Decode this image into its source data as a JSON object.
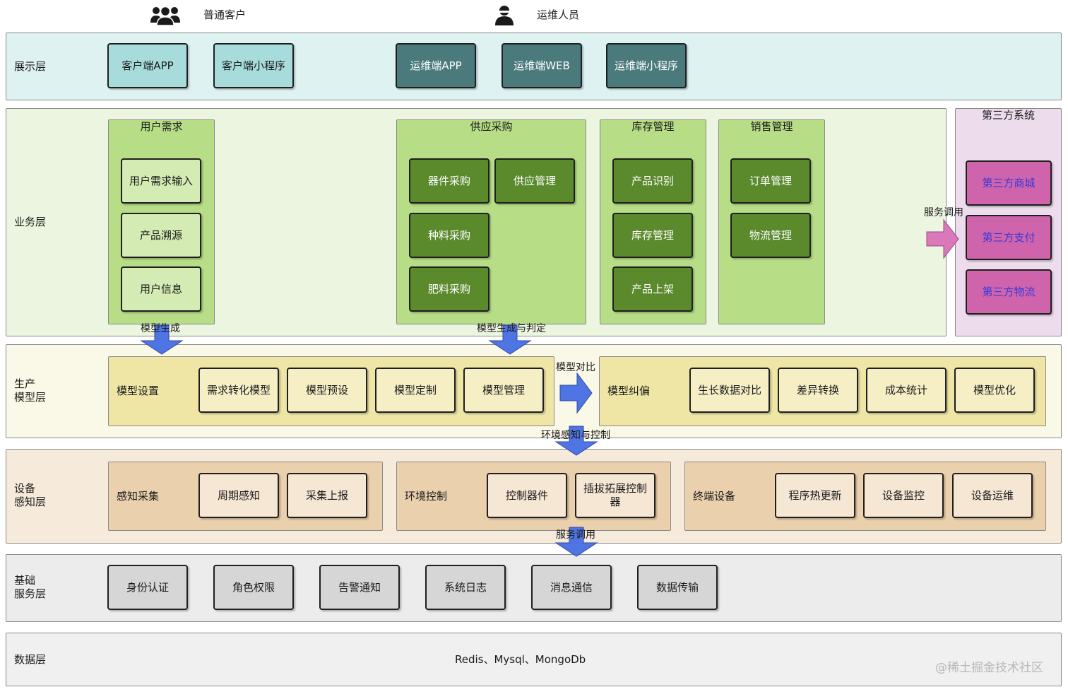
{
  "users": {
    "customer": {
      "icon": "group-users-icon",
      "label": "普通客户"
    },
    "ops": {
      "icon": "user-icon",
      "label": "运维人员"
    }
  },
  "layers": {
    "presentation": {
      "label": "展示层",
      "items": [
        "客户端APP",
        "客户端小程序",
        "运维端APP",
        "运维端WEB",
        "运维端小程序"
      ]
    },
    "business": {
      "label": "业务层",
      "groups": {
        "user_demand": {
          "title": "用户需求",
          "items": [
            "用户需求输入",
            "产品溯源",
            "用户信息"
          ]
        },
        "supply": {
          "title": "供应采购",
          "items": [
            "器件采购",
            "供应管理",
            "种料采购",
            "肥料采购"
          ]
        },
        "inventory": {
          "title": "库存管理",
          "items": [
            "产品识别",
            "库存管理",
            "产品上架"
          ]
        },
        "sales": {
          "title": "销售管理",
          "items": [
            "订单管理",
            "物流管理"
          ]
        }
      },
      "third_party": {
        "title": "第三方系统",
        "items": [
          "第三方商城",
          "第三方支付",
          "第三方物流"
        ]
      }
    },
    "model": {
      "label": "生产\n模型层",
      "setting": {
        "label": "模型设置",
        "items": [
          "需求转化模型",
          "模型预设",
          "模型定制",
          "模型管理"
        ]
      },
      "correction": {
        "label": "模型纠偏",
        "items": [
          "生长数据对比",
          "差异转换",
          "成本统计",
          "模型优化"
        ]
      }
    },
    "device": {
      "label": "设备\n感知层",
      "sensing": {
        "label": "感知采集",
        "items": [
          "周期感知",
          "采集上报"
        ]
      },
      "env": {
        "label": "环境控制",
        "items": [
          "控制器件",
          "插拔拓展控制器"
        ]
      },
      "terminal": {
        "label": "终端设备",
        "items": [
          "程序热更新",
          "设备监控",
          "设备运维"
        ]
      }
    },
    "base": {
      "label": "基础\n服务层",
      "items": [
        "身份认证",
        "角色权限",
        "告警通知",
        "系统日志",
        "消息通信",
        "数据传输"
      ]
    },
    "data": {
      "label": "数据层",
      "content": "Redis、Mysql、MongoDb"
    }
  },
  "arrows": {
    "model_gen": "模型生成",
    "model_gen_judge": "模型生成与判定",
    "model_compare": "模型对比",
    "service_call_third": "服务调用",
    "env_sense_control": "环境感知与控制",
    "service_call_base": "服务调用"
  },
  "watermark": "@稀土掘金技术社区",
  "colors": {
    "presentation_bg": "#dff2f2",
    "customer_box": "#a8dcdc",
    "ops_box": "#4a7a7c",
    "business_bg": "#ecf5df",
    "group_bg": "#b7de87",
    "user_item": "#d4ecb4",
    "dark_green_box": "#5a8a2c",
    "third_bg": "#ecdcec",
    "third_box": "#cf64ad",
    "third_text": "#3838d6",
    "arrow_blue": "#4f74e4",
    "arrow_pink": "#db78ba",
    "model_bg": "#faf8e6",
    "model_group": "#efe6a6",
    "model_box": "#f6efc6",
    "device_bg": "#f6eadb",
    "device_group": "#ebd0ad",
    "device_box": "#f6e7d4",
    "base_bg": "#ececec",
    "base_box": "#d6d6d6",
    "data_bg": "#f0f0f0"
  }
}
